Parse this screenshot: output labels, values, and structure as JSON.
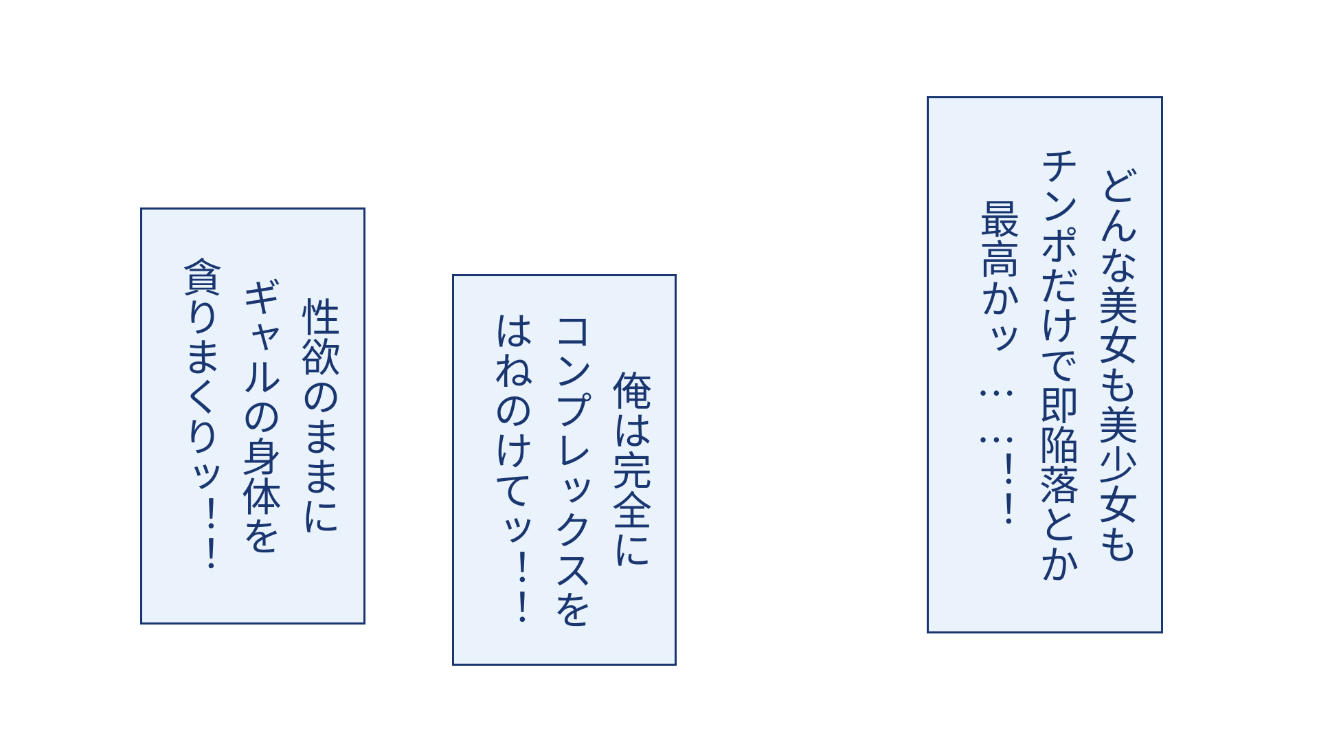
{
  "captions": {
    "left": {
      "lines": [
        "性欲のままに",
        "ギャルの身体を",
        "貪りまくりッ！！"
      ]
    },
    "middle": {
      "lines": [
        "俺は完全に",
        "コンプレックスを",
        "はねのけてッ！！"
      ]
    },
    "right": {
      "lines": [
        "どんな美女も美少女も",
        "チンポだけで即陥落とか",
        "最高かッ……！！"
      ]
    }
  },
  "colors": {
    "background": "#ffffff",
    "box_fill": "#eaf3fc",
    "box_border": "#1a3670",
    "text": "#1a3670"
  }
}
